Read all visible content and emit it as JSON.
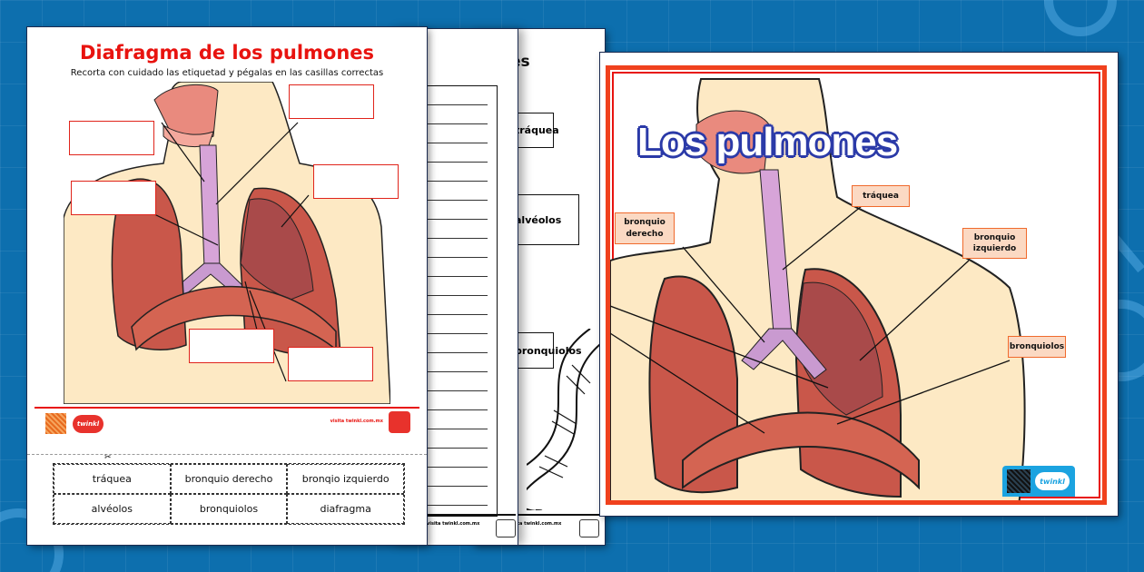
{
  "background": {
    "color": "#0d6fae",
    "pattern": "grid-with-science-icons"
  },
  "worksheet": {
    "title": "Diafragma de los pulmones",
    "subtitle": "Recorta con cuidado las etiquetad y pégalas en las casillas correctas",
    "title_color": "#e8130f",
    "blank_boxes": 6,
    "footer": {
      "brand": "twinkl",
      "url": "visita twinkl.com.mx"
    },
    "cut_labels": [
      [
        "tráquea",
        "bronquio derecho",
        "bronqio izquierdo"
      ],
      [
        "alvéolos",
        "bronquiolos",
        "diafragma"
      ]
    ]
  },
  "back_sheet_lines": {
    "footer": {
      "url": "visita twinkl.com.mx"
    }
  },
  "back_sheet_labels": {
    "title_fragment": "es",
    "boxes": [
      "tráquea",
      "alvéolos",
      "bronquiolos"
    ],
    "footer": {
      "url": "visita twinkl.com.mx"
    }
  },
  "poster": {
    "title": "Los pulmones",
    "title_outline_color": "#2b3aa8",
    "frame_color": "#f0411d",
    "labels": {
      "traquea": "tráquea",
      "bronquio_derecho_1": "bronquio",
      "bronquio_derecho_2": "derecho",
      "bronquio_izquierdo_1": "bronquio",
      "bronquio_izquierdo_2": "izquierdo",
      "bronquiolos": "bronquiolos"
    },
    "badge": {
      "brand": "twinkl",
      "color": "#1ba3e0"
    }
  }
}
